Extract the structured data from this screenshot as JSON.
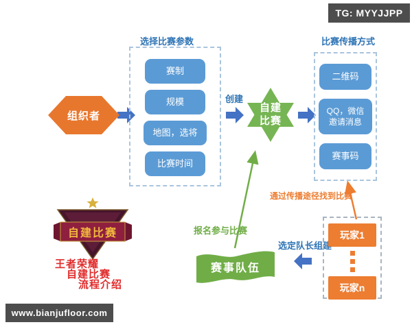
{
  "badges": {
    "telegram": "TG: MYYJJPP",
    "website": "www.bianjufloor.com"
  },
  "flow": {
    "organizer_label": "组织者",
    "create_label": "创建",
    "star_line1": "自建",
    "star_line2": "比赛",
    "params_title": "选择比赛参数",
    "params_items": [
      "赛制",
      "规模",
      "地图，选将",
      "比赛时间"
    ],
    "spread_title": "比赛传播方式",
    "spread_items": [
      "二维码",
      "QQ，微信\n邀请消息",
      "赛事码"
    ],
    "teams_banner_label": "赛事队伍",
    "signup_label": "报名参与比赛",
    "captain_label": "选定队长组建",
    "find_match_label": "通过传播途径找到比赛",
    "player_first": "玩家1",
    "player_last": "玩家n"
  },
  "logo": {
    "ribbon_label": "自建比赛",
    "caption_line1": "王者荣耀",
    "caption_line2": "自建比赛",
    "caption_line3": "流程介绍"
  },
  "colors": {
    "orange": "#ED7D31",
    "blue_button": "#5B9BD5",
    "arrow_blue": "#4472C4",
    "heading_blue": "#2E74B5",
    "green": "#70AD47",
    "red_caption": "#E02B2B",
    "badge_gray": "#4D4D4D"
  }
}
